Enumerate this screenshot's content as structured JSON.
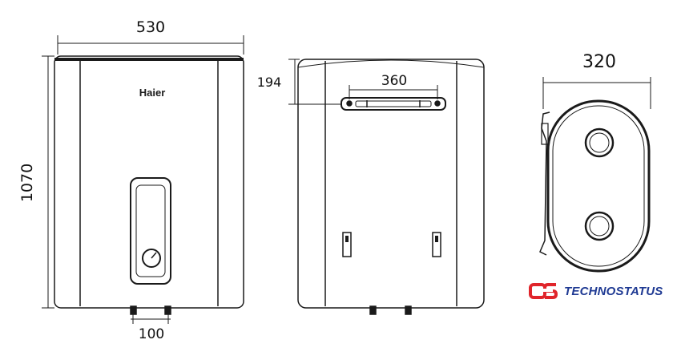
{
  "dimensions": {
    "front_width": "530",
    "front_height": "1070",
    "pipe_spacing": "100",
    "bracket_offset": "194",
    "bracket_width": "360",
    "side_depth": "320"
  },
  "brand": {
    "product_logo": "Haier",
    "watermark_text": "TECHNOSTATUS"
  },
  "colors": {
    "outline": "#1a1a1a",
    "panel_fill": "#ffffff",
    "watermark_red": "#e0252b",
    "watermark_blue": "#1f3a93"
  }
}
